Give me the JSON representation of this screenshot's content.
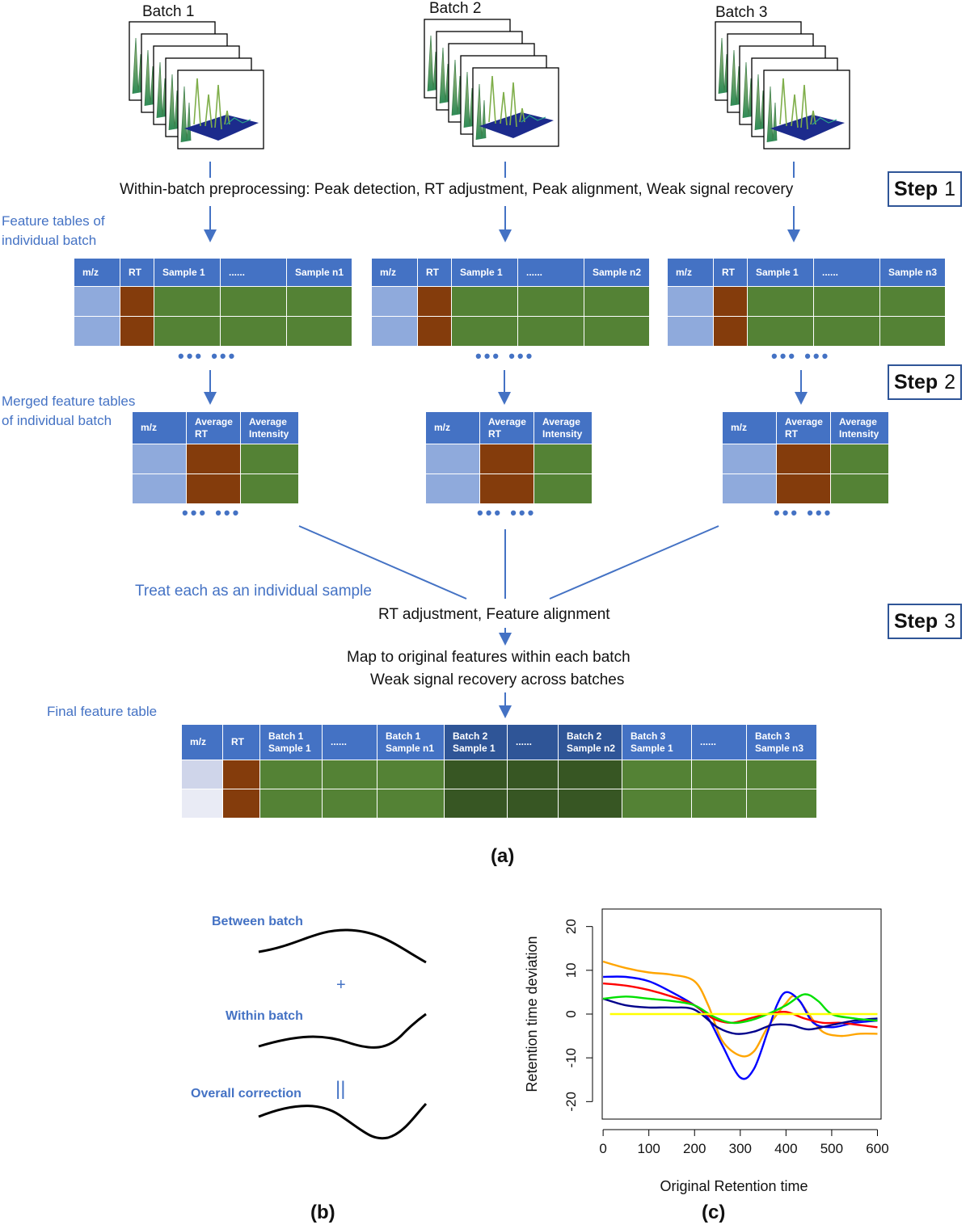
{
  "panel_a": {
    "batches": [
      {
        "label": "Batch 1"
      },
      {
        "label": "Batch 2"
      },
      {
        "label": "Batch 3"
      }
    ],
    "step1_text": "Within-batch preprocessing: Peak detection, RT adjustment, Peak alignment, Weak signal recovery",
    "steps": [
      {
        "word": "Step",
        "num": "1"
      },
      {
        "word": "Step",
        "num": "2"
      },
      {
        "word": "Step",
        "num": "3"
      }
    ],
    "feature_tables_label": [
      "Feature tables of",
      "individual batch"
    ],
    "merged_tables_label": [
      "Merged feature tables",
      "of individual batch"
    ],
    "feature_tables": [
      {
        "headers": [
          "m/z",
          "RT",
          "Sample 1",
          "......",
          "Sample n1"
        ]
      },
      {
        "headers": [
          "m/z",
          "RT",
          "Sample 1",
          "......",
          "Sample n2"
        ]
      },
      {
        "headers": [
          "m/z",
          "RT",
          "Sample 1",
          "......",
          "Sample n3"
        ]
      }
    ],
    "merged_headers": [
      "m/z",
      "Average RT",
      "Average Intensity"
    ],
    "dots": "••• •••",
    "treat_label": "Treat each as an individual sample",
    "step3_text": "RT adjustment, Feature alignment",
    "map_text": "Map to original features within each batch",
    "recovery_text": "Weak signal recovery across batches",
    "final_label": "Final feature table",
    "final_headers": [
      "m/z",
      "RT",
      "Batch 1 Sample 1",
      "......",
      "Batch 1 Sample n1",
      "Batch 2 Sample 1",
      "......",
      "Batch 2 Sample n2",
      "Batch 3 Sample 1",
      "......",
      "Batch 3 Sample n3"
    ],
    "label": "(a)"
  },
  "panel_b": {
    "between": "Between batch",
    "plus": "+",
    "within": "Within batch",
    "equals": "||",
    "overall": "Overall correction",
    "label": "(b)"
  },
  "panel_c": {
    "label": "(c)",
    "chart_data": {
      "type": "line",
      "xlabel": "Original Retention time",
      "ylabel": "Retention time deviation",
      "xlim": [
        0,
        600
      ],
      "ylim": [
        -20,
        20
      ],
      "xticks": [
        0,
        100,
        200,
        300,
        400,
        500,
        600
      ],
      "yticks": [
        -20,
        -10,
        0,
        10,
        20
      ],
      "grid": false,
      "series": [
        {
          "color": "#ffa500",
          "x": [
            0,
            50,
            100,
            150,
            200,
            230,
            260,
            300,
            330,
            360,
            400,
            420,
            450,
            480,
            520,
            560,
            600
          ],
          "y": [
            12,
            10.5,
            9.5,
            9,
            7.5,
            2,
            -6,
            -9.5,
            -8.5,
            -3,
            2.5,
            4,
            0,
            -4,
            -5,
            -4.5,
            -4.5
          ]
        },
        {
          "color": "#0000ff",
          "x": [
            0,
            50,
            100,
            150,
            200,
            230,
            260,
            300,
            330,
            360,
            380,
            400,
            430,
            460,
            500,
            550,
            600
          ],
          "y": [
            8.5,
            8.5,
            7.5,
            5,
            2,
            -1,
            -7,
            -14.5,
            -12.5,
            -4,
            2,
            5,
            3,
            -2,
            -3,
            -2,
            -1.5
          ]
        },
        {
          "color": "#ff0000",
          "x": [
            0,
            50,
            100,
            150,
            200,
            240,
            280,
            320,
            360,
            400,
            440,
            480,
            520,
            560,
            600
          ],
          "y": [
            7,
            6.5,
            5.5,
            4,
            2,
            -1,
            -2,
            -1,
            0,
            0.5,
            -1,
            -2,
            -2,
            -2.5,
            -3
          ]
        },
        {
          "color": "#00008b",
          "x": [
            0,
            50,
            100,
            150,
            200,
            250,
            290,
            330,
            370,
            410,
            450,
            500,
            550,
            600
          ],
          "y": [
            3.5,
            2,
            1.5,
            1.5,
            1,
            -3,
            -4.5,
            -4,
            -2.5,
            -2.5,
            -3.5,
            -2.5,
            -1.5,
            -1
          ]
        },
        {
          "color": "#00e000",
          "x": [
            0,
            50,
            100,
            150,
            200,
            240,
            280,
            320,
            360,
            400,
            440,
            470,
            500,
            550,
            600
          ],
          "y": [
            3.5,
            4,
            3.5,
            3,
            2,
            -0.5,
            -2,
            -1.5,
            0,
            2,
            4.5,
            3,
            0,
            -1,
            -1.5
          ]
        },
        {
          "color": "#ffff00",
          "x": [
            15,
            100,
            200,
            300,
            400,
            500,
            600
          ],
          "y": [
            0,
            0,
            0,
            0,
            0,
            0,
            0
          ]
        }
      ]
    }
  }
}
